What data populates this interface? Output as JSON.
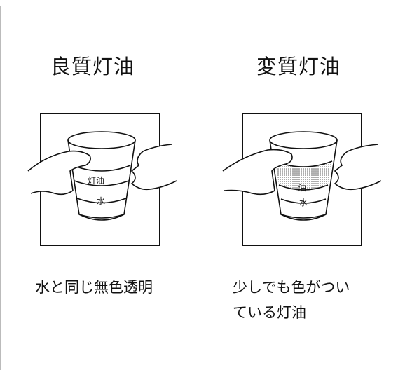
{
  "good": {
    "title": "良質灯油",
    "labels": {
      "oil": "灯油",
      "water": "水"
    },
    "caption": "水と同じ無色透明"
  },
  "bad": {
    "title": "変質灯油",
    "labels": {
      "oil": "油",
      "water": "水"
    },
    "caption_line1": "少しでも色がつい",
    "caption_line2": "ている灯油"
  }
}
